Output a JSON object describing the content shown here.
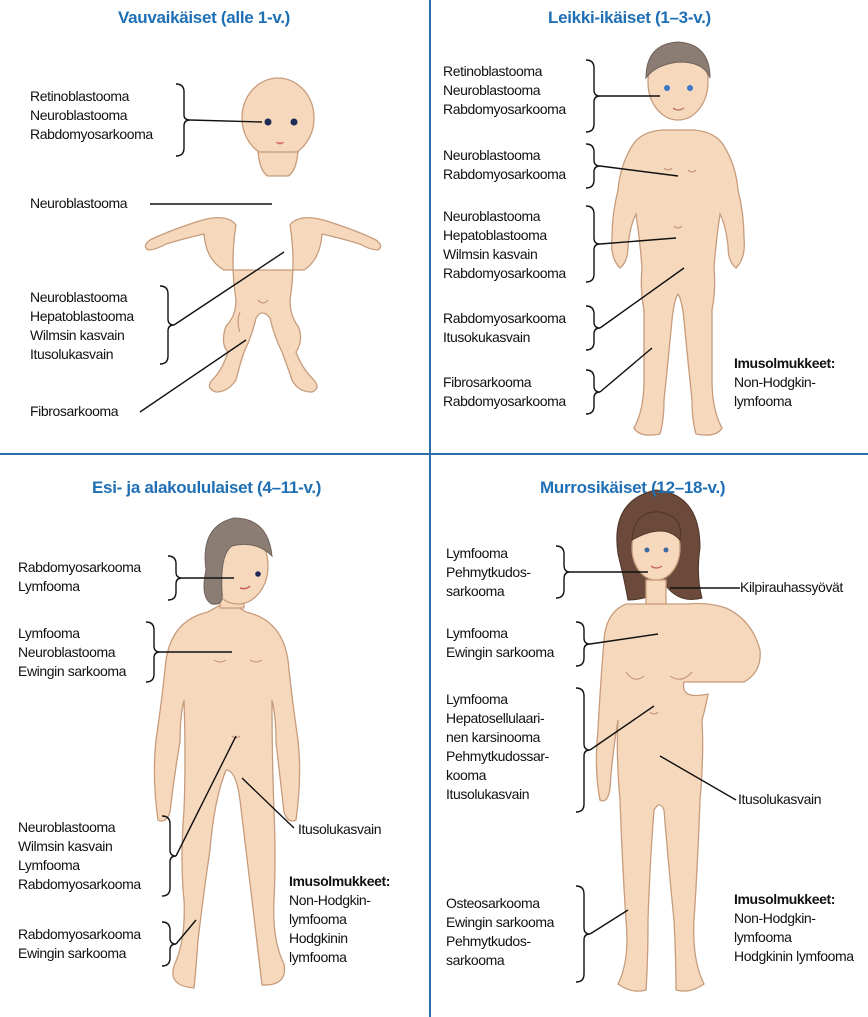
{
  "panels": {
    "infants": {
      "title": "Vauvaikäiset (alle 1-v.)",
      "g1": [
        "Retinoblastooma",
        "Neuroblastooma",
        "Rabdomyosarkooma"
      ],
      "g2": [
        "Neuroblastooma"
      ],
      "g3": [
        "Neuroblastooma",
        "Hepatoblastooma",
        "Wilmsin kasvain",
        "Itusolukasvain"
      ],
      "g4": [
        "Fibrosarkooma"
      ]
    },
    "toddlers": {
      "title": "Leikki-ikäiset (1–3-v.)",
      "g1": [
        "Retinoblastooma",
        "Neuroblastooma",
        "Rabdomyosarkooma"
      ],
      "g2": [
        "Neuroblastooma",
        "Rabdomyosarkooma"
      ],
      "g3": [
        "Neuroblastooma",
        "Hepatoblastooma",
        "Wilmsin kasvain",
        "Rabdomyosarkooma"
      ],
      "g4": [
        "Rabdomyosarkooma",
        "Itusokukasvain"
      ],
      "g5": [
        "Fibrosarkooma",
        "Rabdomyosarkooma"
      ],
      "lymph_title": "Imusolmukkeet:",
      "lymph": [
        "Non-Hodgkin-",
        "lymfooma"
      ]
    },
    "schoolage": {
      "title": "Esi- ja alakoululaiset (4–11-v.)",
      "g1": [
        "Rabdomyosarkooma",
        "Lymfooma"
      ],
      "g2": [
        "Lymfooma",
        "Neuroblastooma",
        "Ewingin sarkooma"
      ],
      "g3": [
        "Neuroblastooma",
        "Wilmsin kasvain",
        "Lymfooma",
        "Rabdomyosarkooma"
      ],
      "g4": [
        "Rabdomyosarkooma",
        "Ewingin sarkooma"
      ],
      "right": [
        "Itusolukasvain"
      ],
      "lymph_title": "Imusolmukkeet:",
      "lymph": [
        "Non-Hodgkin-",
        "lymfooma",
        "Hodgkinin",
        "lymfooma"
      ]
    },
    "teens": {
      "title": "Murrosikäiset (12–18-v.)",
      "g1": [
        "Lymfooma",
        "Pehmytkudos-",
        "sarkooma"
      ],
      "g2": [
        "Lymfooma",
        "Ewingin sarkooma"
      ],
      "g3": [
        "Lymfooma",
        "Hepatosellulaari-",
        "nen karsinooma",
        "Pehmytkudossar-",
        "kooma",
        "Itusolukasvain"
      ],
      "g4": [
        "Osteosarkooma",
        "Ewingin sarkooma",
        "Pehmytkudos-",
        "sarkooma"
      ],
      "right1": [
        "Kilpirauhassyövät"
      ],
      "right2": [
        "Itusolukasvain"
      ],
      "lymph_title": "Imusolmukkeet:",
      "lymph": [
        "Non-Hodgkin-",
        "lymfooma",
        "Hodgkinin lymfooma"
      ]
    }
  }
}
